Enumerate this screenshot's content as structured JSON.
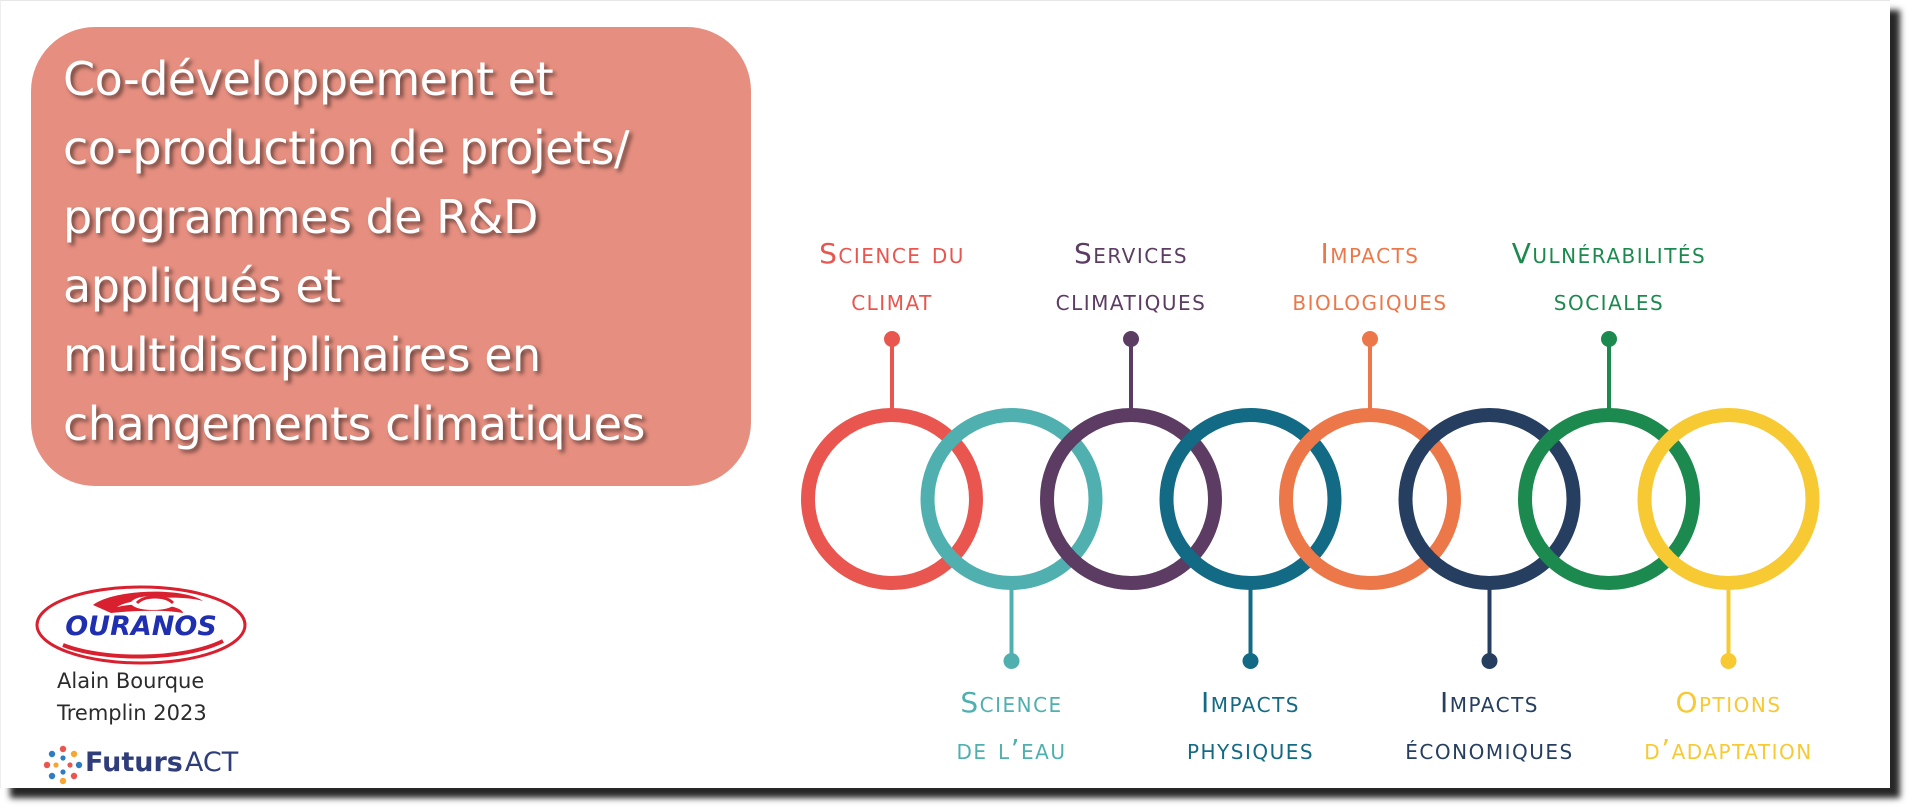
{
  "title": {
    "lines": [
      "Co-développement et",
      "co-production de projets/",
      "programmes de R&D",
      "appliqués et",
      "multidisciplinaires en",
      "changements climatiques"
    ],
    "background_color": "#e68f80"
  },
  "branding": {
    "ouranos_logo_text": "OURANOS",
    "author": "Alain Bourque",
    "event": "Tremplin 2023",
    "futursact_part1": "Futurs",
    "futursact_part2": "ACT"
  },
  "diagram": {
    "items": [
      {
        "line1": "Science du",
        "line2": "climat",
        "color": "#e8564f",
        "position": "top"
      },
      {
        "line1": "Science",
        "line2": "de l’eau",
        "color": "#50b0b0",
        "position": "bottom"
      },
      {
        "line1": "Services",
        "line2": "climatiques",
        "color": "#5c3c62",
        "position": "top"
      },
      {
        "line1": "Impacts",
        "line2": "physiques",
        "color": "#136a84",
        "position": "bottom"
      },
      {
        "line1": "Impacts",
        "line2": "biologiques",
        "color": "#ec784a",
        "position": "top"
      },
      {
        "line1": "Impacts",
        "line2": "économiques",
        "color": "#263f60",
        "position": "bottom"
      },
      {
        "line1": "Vulnérabilités",
        "line2": "sociales",
        "color": "#1c8a4e",
        "position": "top"
      },
      {
        "line1": "Options",
        "line2": "d’adaptation",
        "color": "#f7c932",
        "position": "bottom"
      }
    ]
  }
}
